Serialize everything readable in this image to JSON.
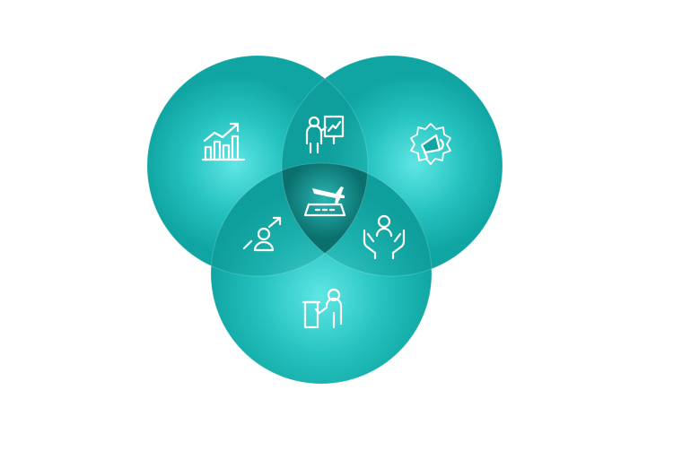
{
  "diagram": {
    "type": "venn-3",
    "colors": {
      "circle_center": "#5fe6e4",
      "circle_mid": "#25c2bf",
      "circle_edge": "#10a5a2",
      "overlap_tint": "#0c8f8c",
      "core": "#0a6f6d",
      "icon": "#ffffff"
    },
    "circles": [
      {
        "id": "top-left",
        "icon": "bar-chart-growth-icon"
      },
      {
        "id": "top-right",
        "icon": "megaphone-badge-icon"
      },
      {
        "id": "bottom",
        "icon": "presenter-podium-icon"
      }
    ],
    "overlaps": [
      {
        "id": "top-left-top-right",
        "icon": "presenter-chart-board-icon"
      },
      {
        "id": "top-left-bottom",
        "icon": "person-growth-arrow-icon"
      },
      {
        "id": "top-right-bottom",
        "icon": "person-hands-support-icon"
      },
      {
        "id": "all",
        "icon": "runway-airplane-icon"
      }
    ]
  }
}
